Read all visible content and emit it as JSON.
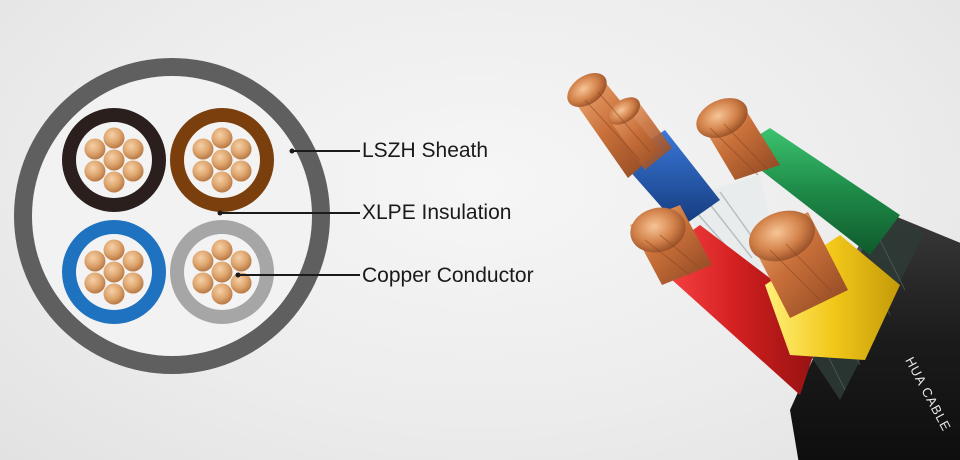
{
  "labels": {
    "sheath": "LSZH Sheath",
    "insulation": "XLPE Insulation",
    "conductor": "Copper Conductor"
  },
  "cable_print": "HUA CABLE",
  "colors": {
    "sheath_gray": "#5f5f5f",
    "core_black": "#2a1f1c",
    "core_brown": "#7a3f0c",
    "core_blue": "#1f72c0",
    "core_gray": "#a6a6a6",
    "copper": "#d89b62",
    "ins_red": "#d42424",
    "ins_yellow": "#f2c81a",
    "ins_green": "#1e8a48",
    "ins_blue": "#1d4fa3",
    "outer_black": "#1c1c1c"
  }
}
